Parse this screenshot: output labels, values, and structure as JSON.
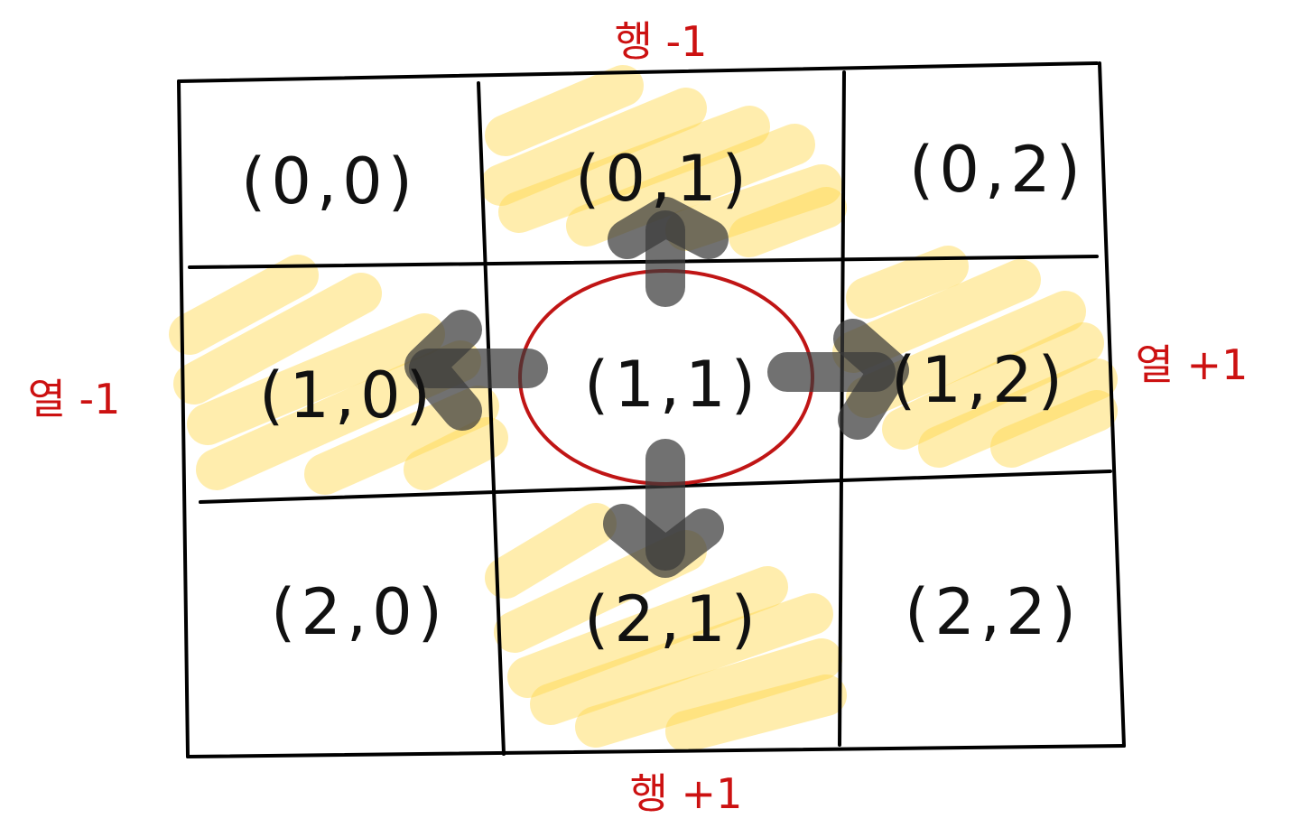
{
  "cells": [
    {
      "id": "0-0",
      "label": "(0,0)",
      "highlighted": false
    },
    {
      "id": "0-1",
      "label": "(0,1)",
      "highlighted": true
    },
    {
      "id": "0-2",
      "label": "(0,2)",
      "highlighted": false
    },
    {
      "id": "1-0",
      "label": "(1,0)",
      "highlighted": true
    },
    {
      "id": "1-1",
      "label": "(1,1)",
      "highlighted": false,
      "circled": true
    },
    {
      "id": "1-2",
      "label": "(1,2)",
      "highlighted": true
    },
    {
      "id": "2-0",
      "label": "(2,0)",
      "highlighted": false
    },
    {
      "id": "2-1",
      "label": "(2,1)",
      "highlighted": true
    },
    {
      "id": "2-2",
      "label": "(2,2)",
      "highlighted": false
    }
  ],
  "directions": {
    "up": "행 -1",
    "down": "행 +1",
    "left": "열 -1",
    "right": "열 +1"
  },
  "colors": {
    "grid": "#000000",
    "highlight": "#ffd84a",
    "arrow": "#3a3a3a",
    "circle": "#c01515",
    "direction_text": "#cc1111"
  }
}
